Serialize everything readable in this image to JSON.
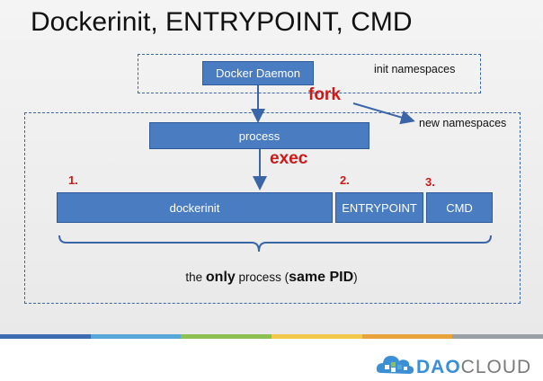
{
  "title": "Dockerinit, ENTRYPOINT, CMD",
  "boxes": {
    "daemon": "Docker Daemon",
    "process": "process",
    "dockerinit": "dockerinit",
    "entrypoint": "ENTRYPOINT",
    "cmd": "CMD"
  },
  "labels": {
    "init_namespaces": "init namespaces",
    "new_namespaces": "new namespaces",
    "fork": "fork",
    "exec": "exec",
    "step1": "1.",
    "step2": "2.",
    "step3": "3."
  },
  "caption": {
    "part1": "the ",
    "bold1": "only",
    "part2": " process (",
    "bold2": "same PID",
    "part3": ")"
  },
  "logo": {
    "text_bold": "DAO",
    "text_light": "CLOUD"
  },
  "colors": {
    "box_blue": "#4a7cc1",
    "dash_blue": "#3a66a8",
    "accent_red": "#cc1a1a",
    "stripe": [
      "#3d6cb2",
      "#57a8d8",
      "#8cc152",
      "#f2c94c",
      "#e8a33d",
      "#9aa0a6"
    ]
  }
}
